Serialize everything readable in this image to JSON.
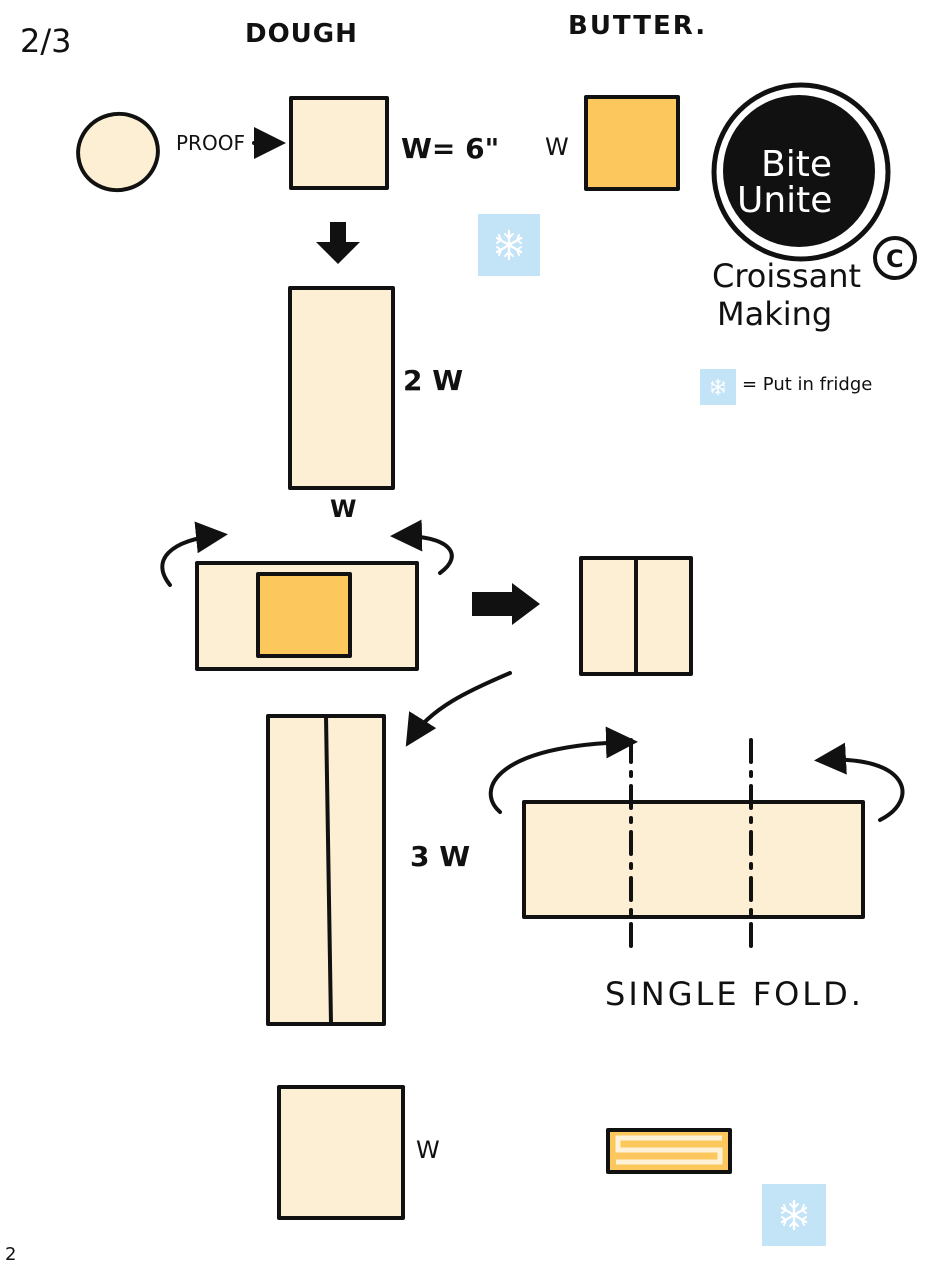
{
  "page_fraction": "2/3",
  "page_number": "2",
  "headers": {
    "dough": "DOUGH",
    "butter": "BUTTER."
  },
  "labels": {
    "proof": "PROOF",
    "w_equals": "W= 6\"",
    "w": "W",
    "two_w": "2 W",
    "three_w": "3 W",
    "single_fold": "SINGLE FOLD."
  },
  "logo": {
    "line1": "Bite",
    "line2": "Unite",
    "copyright": "C"
  },
  "title": {
    "line1": "Croissant",
    "line2": "Making"
  },
  "legend": {
    "text": "= Put in fridge"
  },
  "icons": [
    "fridge-snowflake-icon"
  ],
  "colors": {
    "dough": "#fcefd4",
    "butter": "#fcc85d",
    "ink": "#111111",
    "fridge_bg": "#c3e3f7",
    "fridge_snow": "#ffffff"
  }
}
